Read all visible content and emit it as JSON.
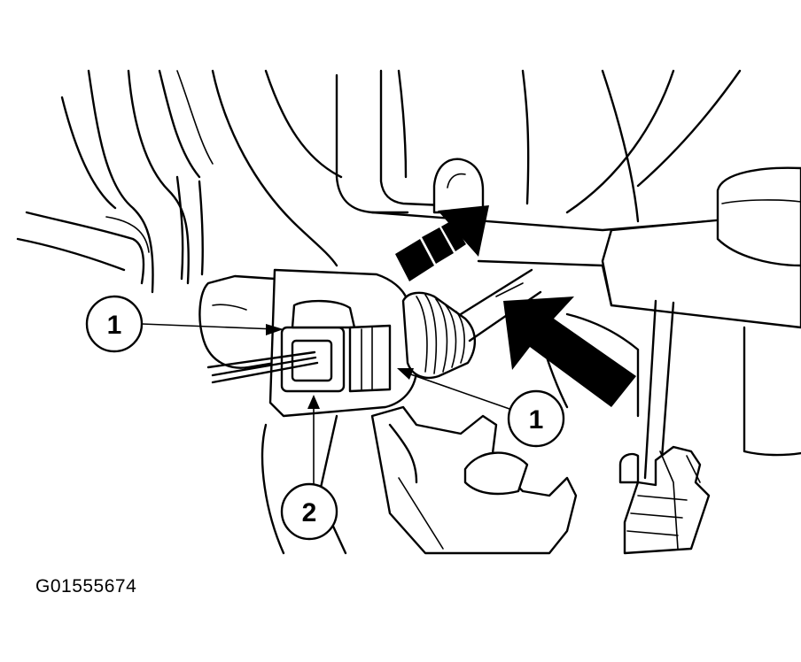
{
  "figure_id": "G01555674",
  "callouts": [
    {
      "label": "1",
      "target": "connector-front"
    },
    {
      "label": "1",
      "target": "connector-rear"
    },
    {
      "label": "2",
      "target": "connector-wire"
    }
  ],
  "colors": {
    "ink": "#000000",
    "paper": "#ffffff"
  }
}
